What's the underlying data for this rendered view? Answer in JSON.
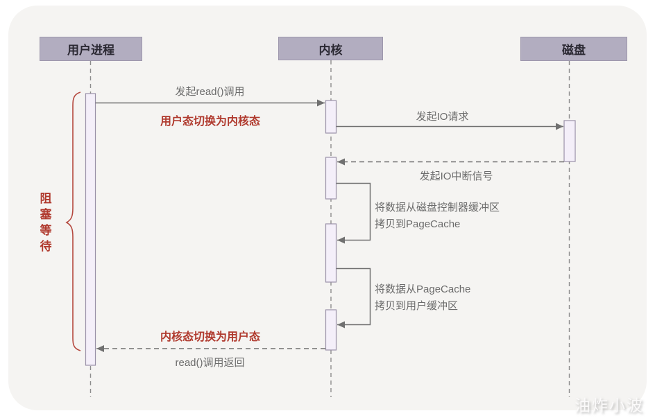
{
  "diagram": {
    "title_hint": "blocking read() sequence diagram",
    "actors": [
      {
        "label": "用户进程"
      },
      {
        "label": "内核"
      },
      {
        "label": "磁盘"
      }
    ],
    "messages": {
      "read_call": "发起read()调用",
      "io_request": "发起IO请求",
      "io_interrupt": "发起IO中断信号",
      "copy_to_pagecache_line1": "将数据从磁盘控制器缓冲区",
      "copy_to_pagecache_line2": "拷贝到PageCache",
      "copy_to_user_line1": "将数据从PageCache",
      "copy_to_user_line2": "拷贝到用户缓冲区",
      "read_return": "read()调用返回"
    },
    "notes": {
      "switch_to_kernel": "用户态切换为内核态",
      "switch_to_user": "内核态切换为用户态",
      "blocking_wait": "阻塞等待"
    },
    "watermark": "油炸小波",
    "colors": {
      "accent_red": "#b03a2e",
      "brace_red": "#b5493f",
      "actor_fill": "#b2adc0",
      "activation_fill": "#f4eff9",
      "line_gray": "#707070",
      "canvas_bg": "#f5f4f2"
    }
  }
}
